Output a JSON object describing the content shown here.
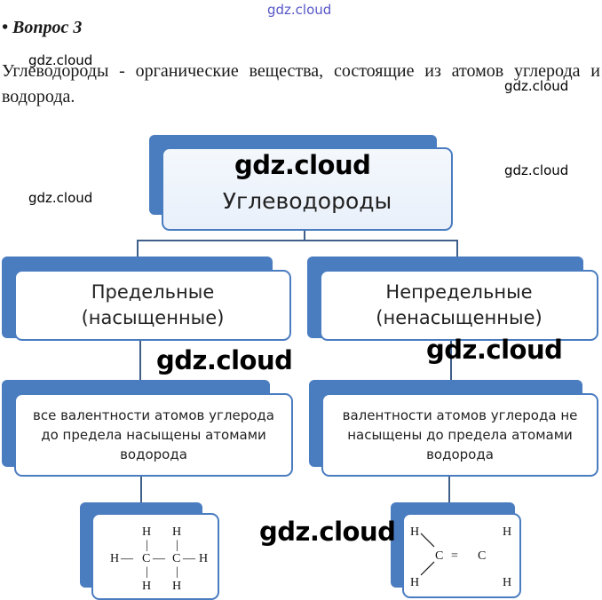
{
  "watermarks": {
    "top": "gdz.cloud",
    "text_left": "gdz.cloud",
    "text_right": "gdz.cloud",
    "diagram_left": "gdz.cloud",
    "diagram_right": "gdz.cloud",
    "title_box": "gdz.cloud",
    "middle_left": "gdz.cloud",
    "middle_right": "gdz.cloud",
    "bottom": "gdz.cloud"
  },
  "question": {
    "bullet": "•",
    "title": "Вопрос 3"
  },
  "definition": "Углеводороды - органические вещества, состоящие из атомов углерода и водорода.",
  "diagram": {
    "root": "Углеводороды",
    "left": {
      "line1": "Предельные",
      "line2": "(насыщенные)",
      "desc_line1": "все валентности атомов углерода",
      "desc_line2": "до предела насыщены атомами",
      "desc_line3": "водорода"
    },
    "right": {
      "line1": "Непредельные",
      "line2": "(ненасыщенные)",
      "desc_line1": "валентности атомов углерода не",
      "desc_line2": "насыщены до предела атомами",
      "desc_line3": "водорода"
    },
    "ethane": {
      "h": "H",
      "c": "C",
      "bond_h": "—",
      "bond_v": "|"
    },
    "ethene": {
      "h": "H",
      "c": "C",
      "c2": "C",
      "double_bond": "="
    }
  },
  "colors": {
    "accent": "#4a7cc0",
    "connector": "#3f5f8a"
  }
}
